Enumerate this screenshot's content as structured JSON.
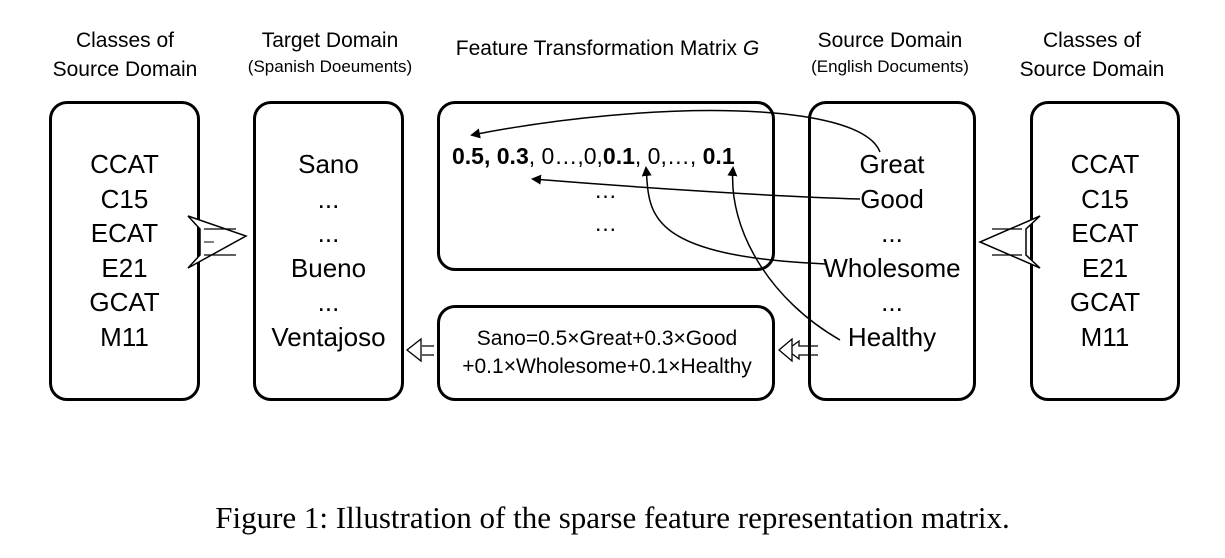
{
  "headers": {
    "left_classes": [
      "Classes of",
      "Source Domain"
    ],
    "target": {
      "title": "Target Domain",
      "subtitle": "(Spanish Doeuments)"
    },
    "matrix": {
      "title": "Feature Transformation Matrix",
      "symbol": "G"
    },
    "source": {
      "title": "Source Domain",
      "subtitle": "(English Documents)"
    },
    "right_classes": [
      "Classes of",
      "Source Domain"
    ]
  },
  "classes": [
    "CCAT",
    "C15",
    "ECAT",
    "E21",
    "GCAT",
    "M11"
  ],
  "target_words": [
    "Sano",
    "...",
    "...",
    "Bueno",
    "...",
    "Ventajoso"
  ],
  "source_words": [
    "Great",
    "Good",
    "...",
    "Wholesome",
    "...",
    "Healthy"
  ],
  "matrix_row": {
    "v1": "0.5,",
    "v2": "0.3",
    "sep1": ", 0…,0,",
    "v3": "0.1",
    "sep2": ", 0,…,",
    "v4": "0.1"
  },
  "matrix_dots": [
    "…",
    "…"
  ],
  "formula": {
    "line1": "Sano=0.5×Great+0.3×Good",
    "line2": "+0.1×Wholesome+0.1×Healthy"
  },
  "caption": "Figure 1: Illustration of the sparse feature representation matrix."
}
